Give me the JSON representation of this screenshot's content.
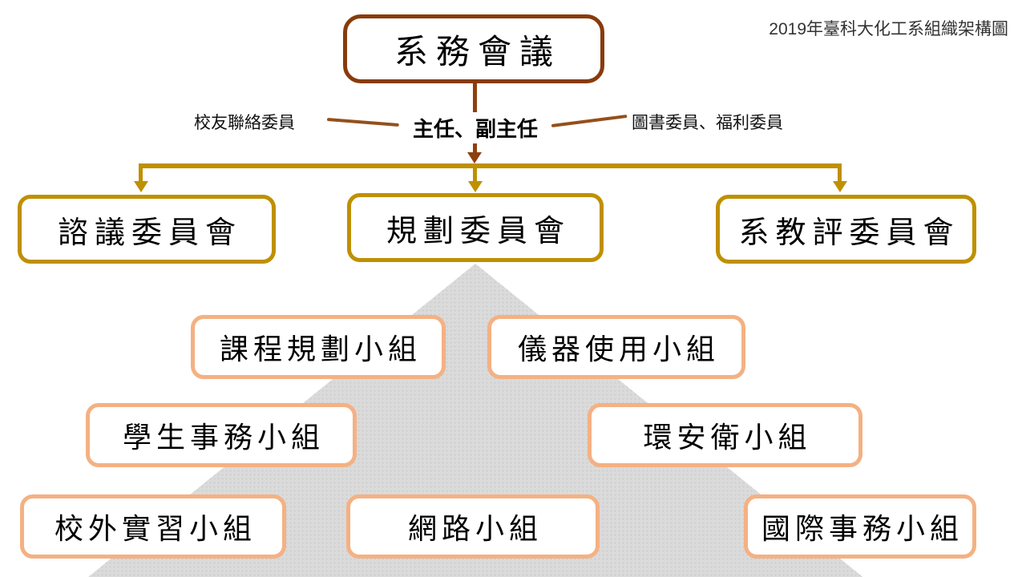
{
  "page_title": "2019年臺科大化工系組織架構圖",
  "colors": {
    "root_border": "#883B0C",
    "brown_connector": "#8F3F0E",
    "committee_border": "#BF9000",
    "group_border": "#F4B183",
    "pyramid_fill": "#DBDBDB",
    "background": "#FFFFFF",
    "text": "#000000"
  },
  "org": {
    "root": {
      "label": "系務會議"
    },
    "director": {
      "label": "主任、副主任"
    },
    "left_attachment": {
      "label": "校友聯絡委員"
    },
    "right_attachment": {
      "label": "圖書委員、福利委員"
    },
    "committees": [
      {
        "label": "諮議委員會"
      },
      {
        "label": "規劃委員會"
      },
      {
        "label": "系教評委員會"
      }
    ],
    "groups": {
      "row1": [
        {
          "label": "課程規劃小組"
        },
        {
          "label": "儀器使用小組"
        }
      ],
      "row2": [
        {
          "label": "學生事務小組"
        },
        {
          "label": "環安衛小組"
        }
      ],
      "row3": [
        {
          "label": "校外實習小組"
        },
        {
          "label": "網路小組"
        },
        {
          "label": "國際事務小組"
        }
      ]
    }
  }
}
